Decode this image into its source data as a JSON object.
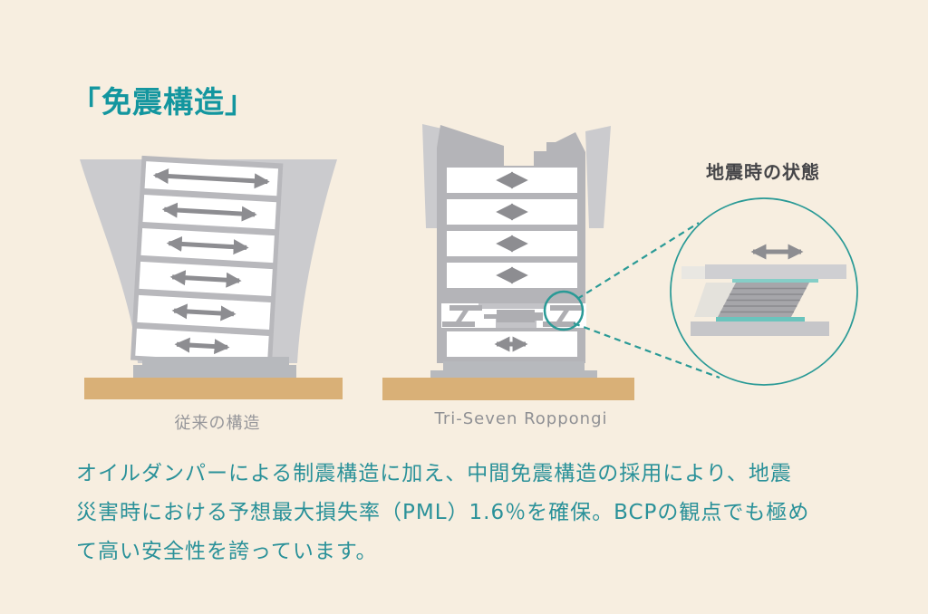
{
  "page": {
    "title": "「免震構造」"
  },
  "diagram": {
    "left_building": {
      "label": "従来の構造"
    },
    "right_building": {
      "label": "Tri-Seven Roppongi"
    },
    "detail": {
      "label": "地震時の状態"
    }
  },
  "paragraph": {
    "lines": [
      "オイルダンパーによる制震構造に加え、中間免震構造の採用により、地震",
      "災害時における予想最大損失率（PML）1.6％を確保。BCPの観点でも極め",
      "て高い安全性を誇っています。"
    ]
  },
  "colors": {
    "background": "#f7eee0",
    "title_teal": "#13969f",
    "paragraph_teal": "#2a9199",
    "diagram_teal": "#2a9a96",
    "bearing_teal_light": "#85cec7",
    "bearing_teal_dark": "#6ac4bd",
    "ground_tan": "#d9b077",
    "building_light_gray": "#cbcbce",
    "building_mid_gray": "#b4b4b8",
    "arrow_gray": "#8d8d91"
  }
}
